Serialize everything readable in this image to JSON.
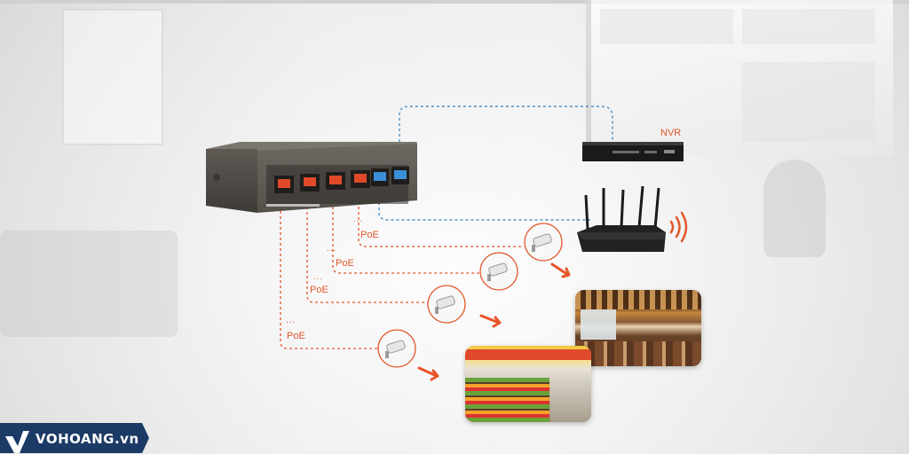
{
  "diagram": {
    "nvr_label": "NVR",
    "poe_labels": [
      "PoE",
      "PoE",
      "PoE",
      "PoE"
    ],
    "ellipsis": "...",
    "colors": {
      "poe_line": "#e2562a",
      "uplink_line": "#4a90c8",
      "arrow": "#e8542a",
      "switch_body": "#5a5650",
      "wifi": "#e2562a"
    },
    "icons": [
      "switch",
      "nvr",
      "wifi-router",
      "wifi-signal-icon",
      "camera-icon",
      "camera-icon",
      "camera-icon",
      "camera-icon",
      "arrow-icon",
      "arrow-icon",
      "arrow-icon",
      "arrow-icon"
    ],
    "photos": [
      "restaurant",
      "supermarket"
    ]
  },
  "brand": {
    "watermark": "VOHOANG.vn",
    "logo_color": "#1b3a66"
  }
}
